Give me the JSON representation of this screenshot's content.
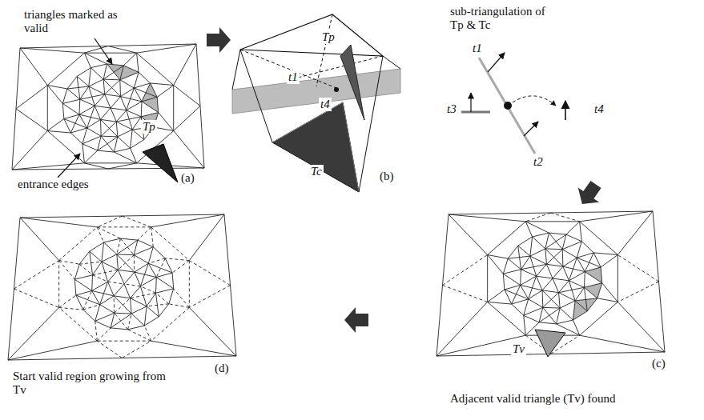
{
  "diagram": {
    "labels": [
      "triangles marked as valid",
      "entrance edges",
      "Tp",
      "(a)",
      "sub-triangulation of Tp & Tc",
      "Tp",
      "t1",
      "t4",
      "Tc",
      "(b)",
      "t1",
      "t3",
      "t2",
      "t4",
      "(c)",
      "Tv",
      "Adjacent valid triangle (Tv) found",
      "(d)",
      "Start valid region growing from Tv"
    ]
  }
}
